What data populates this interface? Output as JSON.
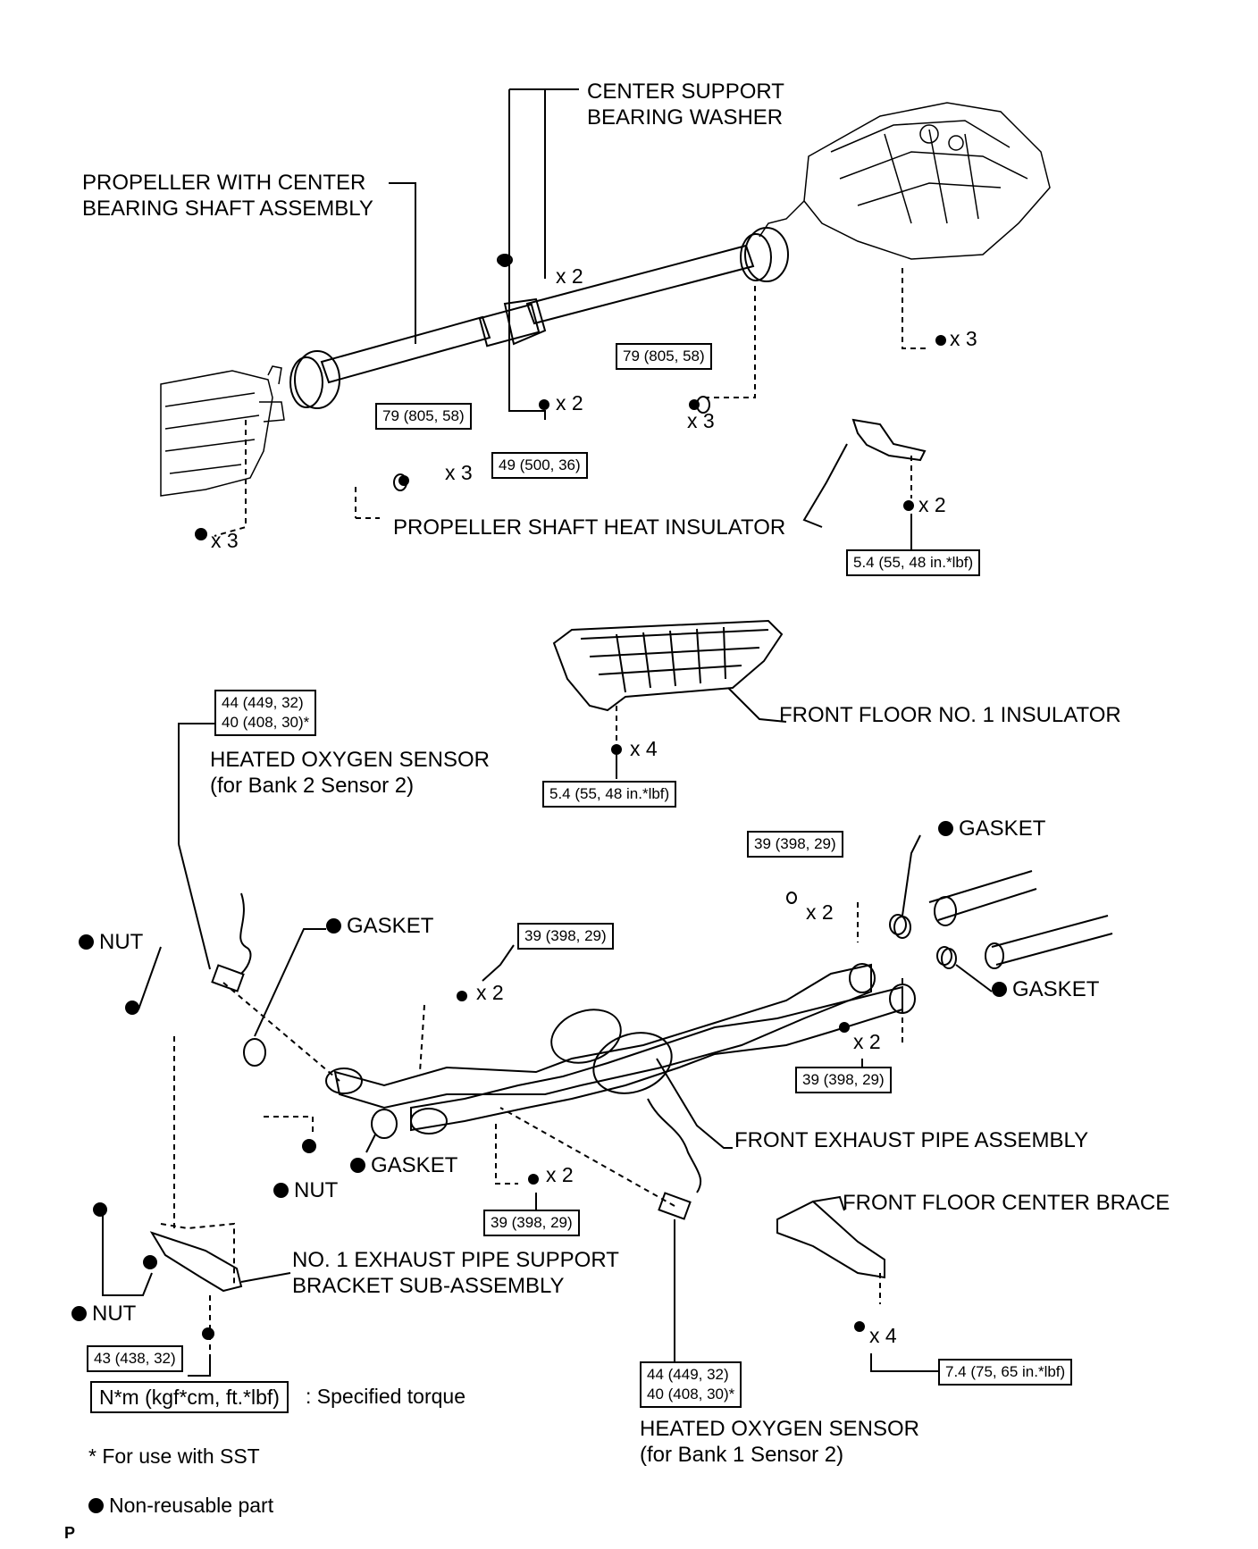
{
  "parts": {
    "center_support_washer": [
      "CENTER SUPPORT",
      "BEARING WASHER"
    ],
    "propeller_shaft": [
      "PROPELLER WITH CENTER",
      "BEARING SHAFT ASSEMBLY"
    ],
    "propeller_heat_insulator": "PROPELLER SHAFT HEAT INSULATOR",
    "front_floor_insulator": "FRONT FLOOR NO. 1 INSULATOR",
    "oxygen_sensor_bank2": [
      "HEATED OXYGEN SENSOR",
      "(for Bank 2 Sensor 2)"
    ],
    "oxygen_sensor_bank1": [
      "HEATED OXYGEN SENSOR",
      "(for Bank 1 Sensor 2)"
    ],
    "gasket": "GASKET",
    "nut": "NUT",
    "front_exhaust_pipe": "FRONT EXHAUST PIPE ASSEMBLY",
    "front_floor_center_brace": "FRONT FLOOR CENTER BRACE",
    "support_bracket": [
      "NO. 1 EXHAUST PIPE SUPPORT",
      "BRACKET SUB-ASSEMBLY"
    ]
  },
  "torques": {
    "t79": "79 (805, 58)",
    "t49": "49 (500, 36)",
    "t54": "5.4 (55, 48 in.*lbf)",
    "t44": "44 (449, 32)",
    "t40": "40 (408, 30)*",
    "t39": "39 (398, 29)",
    "t43": "43 (438, 32)",
    "t74": "7.4 (75, 65 in.*lbf)"
  },
  "quantities": {
    "x2": "x 2",
    "x3": "x 3",
    "x4": "x 4"
  },
  "legend": {
    "unit": "N*m (kgf*cm, ft.*lbf)",
    "unit_caption": ": Specified torque",
    "sst_note": "* For use with SST",
    "non_reusable": "Non-reusable part"
  },
  "page_marker": "P"
}
